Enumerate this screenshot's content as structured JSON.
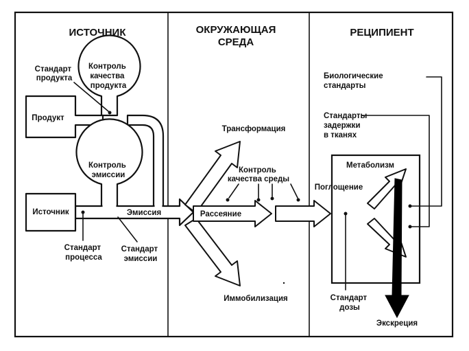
{
  "headers": {
    "source": "ИСТОЧНИК",
    "environment_line1": "ОКРУЖАЮЩАЯ",
    "environment_line2": "СРЕДА",
    "recipient": "РЕЦИПИЕНТ"
  },
  "source": {
    "product_quality_control": [
      "Контроль",
      "качества",
      "продукта"
    ],
    "emission_control": [
      "Контроль",
      "эмиссии"
    ],
    "product_box": "Продукт",
    "source_box": "Источник",
    "product_standard": [
      "Стандарт",
      "продукта"
    ],
    "process_standard": [
      "Стандарт",
      "процесса"
    ],
    "emission_standard": [
      "Стандарт",
      "эмиссии"
    ],
    "emission": "Эмиссия"
  },
  "environment": {
    "transformation": "Трансформация",
    "quality_control": [
      "Контроль",
      "качества среды"
    ],
    "dispersion": "Рассеяние",
    "immobilization": "Иммобилизация"
  },
  "recipient": {
    "biological_standards": [
      "Биологические",
      "стандарты"
    ],
    "tissue_standards": [
      "Стандарты",
      "задержки",
      "в тканях"
    ],
    "metabolism": "Метаболизм",
    "uptake": "Поглощение",
    "dose_standard": [
      "Стандарт",
      "дозы"
    ],
    "excretion": "Экскреция"
  }
}
